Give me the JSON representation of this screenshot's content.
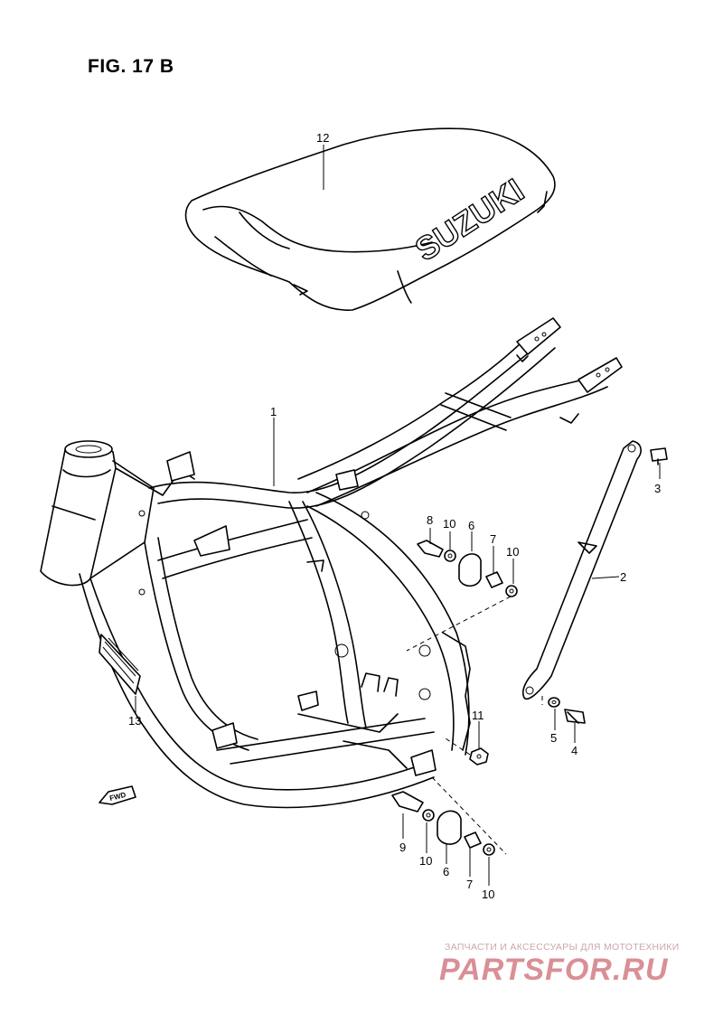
{
  "figure": {
    "title": "FIG. 17 B"
  },
  "seat_brand": "SUZUKI",
  "fwd_label": "FWD",
  "callouts": {
    "c1": "1",
    "c2": "2",
    "c3": "3",
    "c4": "4",
    "c5": "5",
    "c6a": "6",
    "c6b": "6",
    "c7a": "7",
    "c7b": "7",
    "c8": "8",
    "c9": "9",
    "c10a": "10",
    "c10b": "10",
    "c10c": "10",
    "c10d": "10",
    "c11": "11",
    "c12": "12",
    "c13": "13"
  },
  "watermark": {
    "tagline": "ЗАПЧАСТИ И АКСЕССУАРЫ ДЛЯ МОТОТЕХНИКИ",
    "logo": "PARTSFOR.RU"
  }
}
